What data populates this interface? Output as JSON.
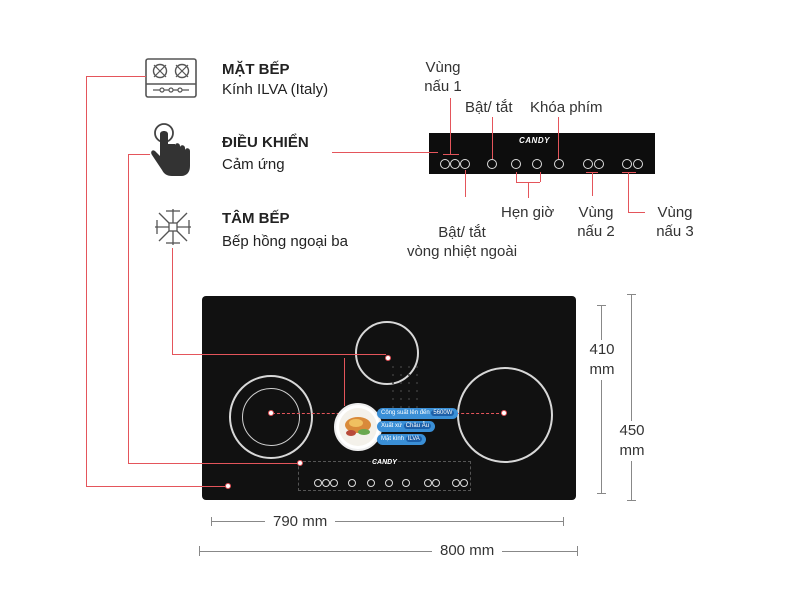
{
  "features": [
    {
      "title": "MẶT BẾP",
      "subtitle": "Kính ILVA (Italy)",
      "icon": "gas-stove-icon"
    },
    {
      "title": "ĐIỀU KHIỂN",
      "subtitle": "Cảm ứng",
      "icon": "touch-hand-icon"
    },
    {
      "title": "TÂM BẾP",
      "subtitle": "Bếp hồng ngoại ba",
      "icon": "infrared-spark-icon"
    }
  ],
  "control_labels": {
    "zone1_line1": "Vùng",
    "zone1_line2": "nấu 1",
    "power": "Bật/ tắt",
    "keylock": "Khóa phím",
    "outer_ring_line1": "Bật/ tắt",
    "outer_ring_line2": "vòng nhiệt ngoài",
    "timer": "Hẹn giờ",
    "zone2_line1": "Vùng",
    "zone2_line2": "nấu 2",
    "zone3_line1": "Vùng",
    "zone3_line2": "nấu 3"
  },
  "brand": "CANDY",
  "badges": {
    "line1_text": "Công suất lên đến",
    "line1_value": "5600W",
    "line2_text": "Xuất xứ",
    "line2_value": "Châu Âu",
    "line3_text": "Mặt kính",
    "line3_value": "ILVA"
  },
  "dimensions": {
    "inner_width": "790 mm",
    "outer_width": "800 mm",
    "inner_depth_line1": "410",
    "inner_depth_line2": "mm",
    "outer_depth_line1": "450",
    "outer_depth_line2": "mm"
  },
  "colors": {
    "leader": "#e4555b",
    "glass": "#111111",
    "badge": "#3a8fd6"
  }
}
